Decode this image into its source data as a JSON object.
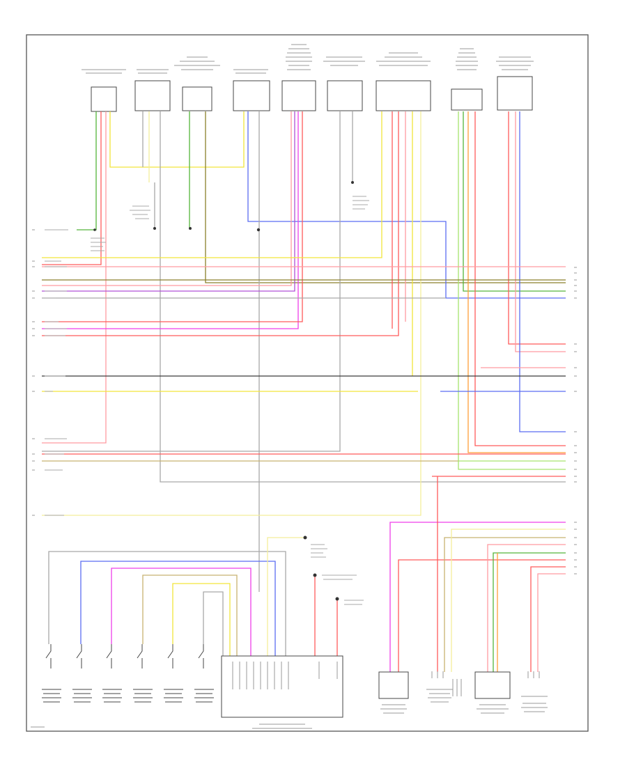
{
  "diagram": {
    "title": "",
    "wire_colors": {
      "black": "#3a3a3a",
      "red": "#ff5a5a",
      "pink": "#ff9aa0",
      "green": "#53b53a",
      "lightgreen": "#a6e36c",
      "yellow": "#f2e53a",
      "paleyellow": "#f3ee9a",
      "blue": "#5b6cf2",
      "purple": "#b04fd6",
      "magenta": "#ef3fe9",
      "orange": "#ff9e3a",
      "tan": "#c8b271",
      "olive": "#8a7f2a",
      "gray": "#a8a8a8",
      "white": "#d8d8d8"
    },
    "components_top": [
      "sensor-top-1",
      "sensor-top-2",
      "sensor-top-3",
      "sensor-top-4",
      "module-top-5",
      "module-top-6",
      "module-top-7",
      "module-top-8",
      "sensor-top-9"
    ],
    "components_bottom": [
      "injector-1",
      "injector-2",
      "injector-3",
      "injector-4",
      "injector-5",
      "injector-6",
      "engine-control-module",
      "sensor-bottom-1",
      "sensor-bottom-2",
      "sensor-bottom-3",
      "sensor-bottom-4"
    ],
    "footer": {
      "code": ""
    }
  }
}
